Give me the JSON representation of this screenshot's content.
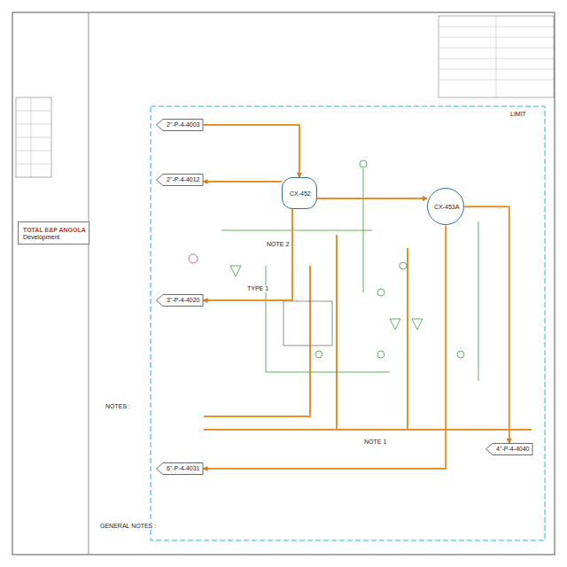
{
  "diagram": {
    "nodes": [
      {
        "text": [
          "CX-452"
        ]
      },
      {
        "text": [
          "CX-453A"
        ]
      },
      {
        "text": [
          "2\"-P-4-4003"
        ]
      },
      {
        "text": [
          "2\"-P-4-4012"
        ]
      },
      {
        "text": [
          "3\"-P-4-4020"
        ]
      },
      {
        "text": [
          "6\"-P-4-4031"
        ]
      },
      {
        "text": [
          "4\"-P-4-4040"
        ]
      },
      {
        "text": [
          "TOTAL E&P ANGOLA",
          "Development"
        ]
      }
    ],
    "edges": [
      {
        "from": 2,
        "to": 0,
        "arrow": "to"
      },
      {
        "from": 0,
        "to": 3,
        "arrow": "to"
      },
      {
        "from": 0,
        "to": 4,
        "arrow": "to"
      },
      {
        "from": 0,
        "to": 1,
        "arrow": "to"
      },
      {
        "from": 1,
        "to": 5,
        "arrow": "to"
      },
      {
        "from": 1,
        "to": 6,
        "arrow": "to"
      }
    ],
    "labels": [
      "GENERAL NOTES :",
      "NOTES :",
      "NOTE 1",
      "NOTE 2",
      "TYPE 1",
      "LIMIT"
    ]
  }
}
